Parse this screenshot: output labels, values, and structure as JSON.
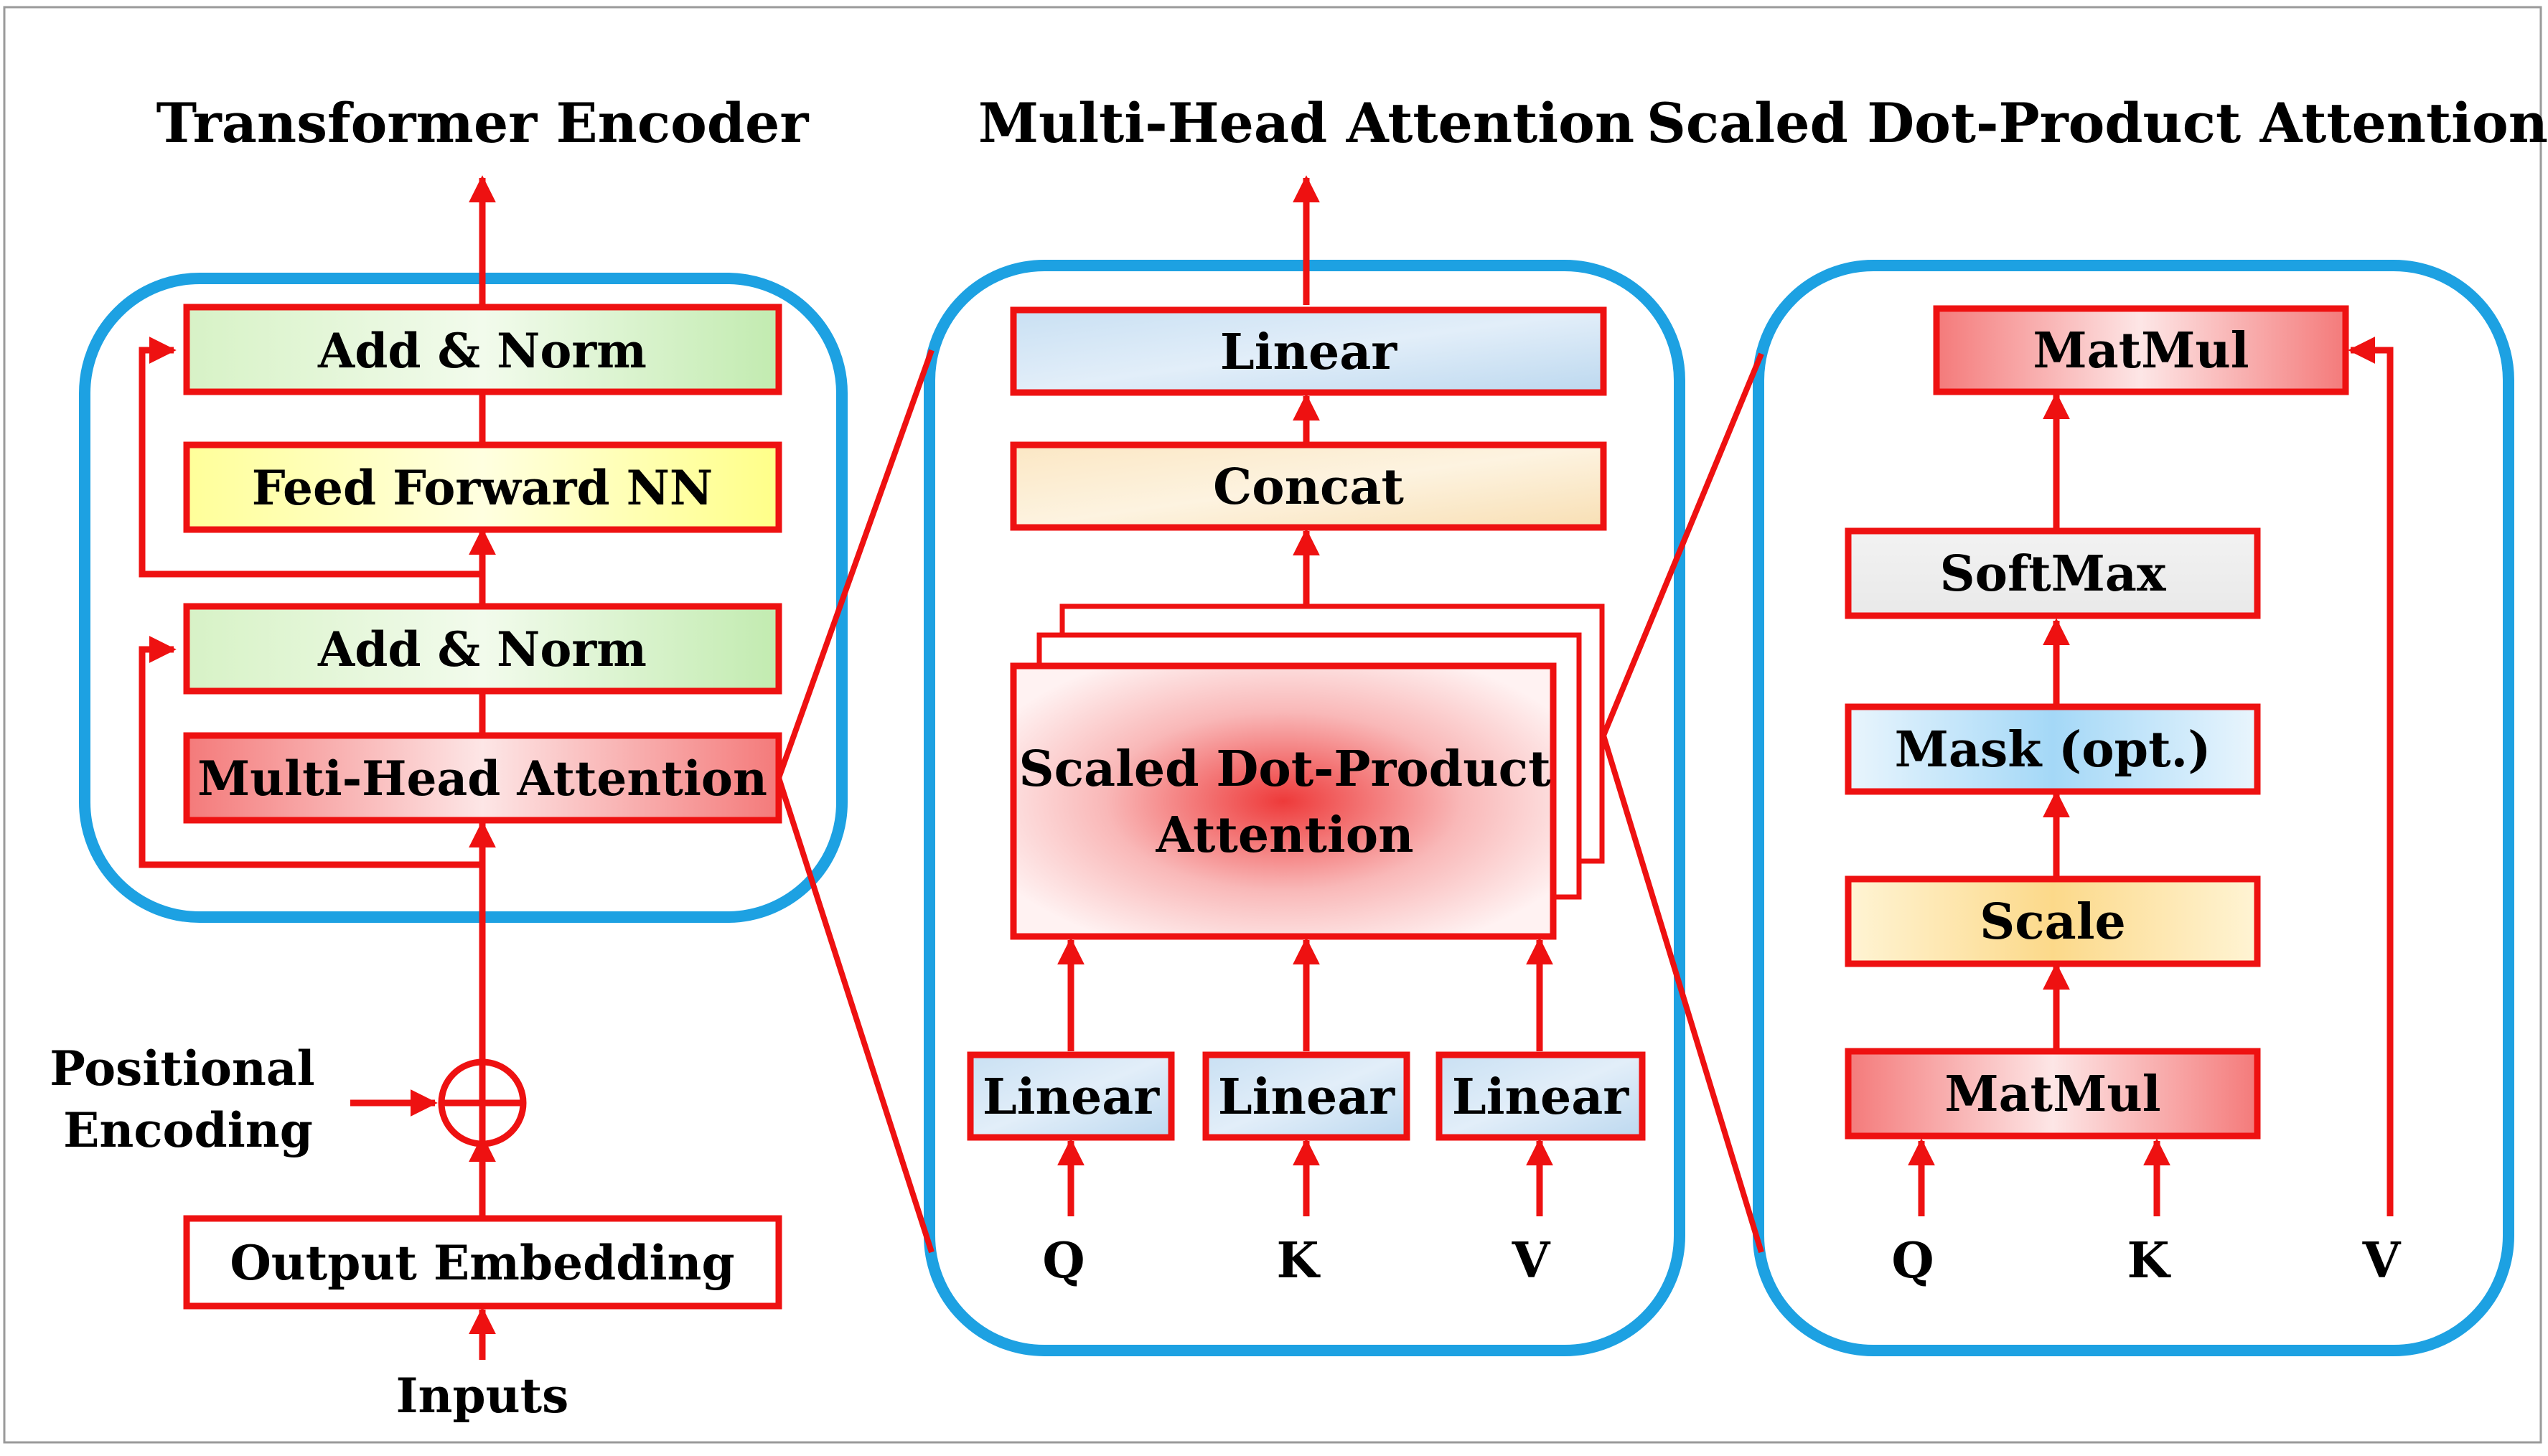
{
  "titles": {
    "encoder": "Transformer Encoder",
    "multi_head": "Multi-Head Attention",
    "scaled_dot": "Scaled Dot-Product Attention"
  },
  "encoder": {
    "add_norm_top": "Add & Norm",
    "feed_forward": "Feed Forward NN",
    "add_norm_bottom": "Add & Norm",
    "multi_head_attention": "Multi-Head Attention",
    "positional_line1": "Positional",
    "positional_line2": "Encoding",
    "output_embedding": "Output Embedding",
    "inputs": "Inputs"
  },
  "multi_head": {
    "linear_top": "Linear",
    "concat": "Concat",
    "sdpa_line1": "Scaled Dot-Product",
    "sdpa_line2": "Attention",
    "linear_q": "Linear",
    "linear_k": "Linear",
    "linear_v": "Linear",
    "q": "Q",
    "k": "K",
    "v": "V"
  },
  "scaled_dot": {
    "matmul_top": "MatMul",
    "softmax": "SoftMax",
    "mask": "Mask (opt.)",
    "scale": "Scale",
    "matmul_bottom": "MatMul",
    "q": "Q",
    "k": "K",
    "v": "V"
  },
  "colors": {
    "panel_border": "#1da1e2",
    "box_border": "#ee1111",
    "arrow": "#ee1111",
    "frame": "#9a9a9a"
  }
}
